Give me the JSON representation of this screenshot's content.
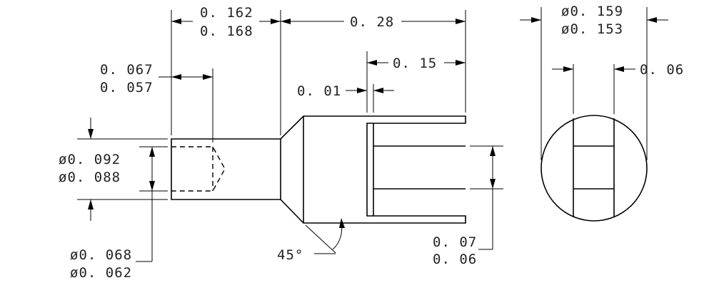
{
  "dims": {
    "neck_len_max": "0. 162",
    "neck_len_min": "0. 168",
    "body_len": "0. 28",
    "slot_depth": "0. 15",
    "wall": "0. 01",
    "bore_depth_max": "0. 067",
    "bore_depth_min": "0. 057",
    "shank_dia_max": "ø0. 092",
    "shank_dia_min": "ø0. 088",
    "bore_dia_max": "ø0. 068",
    "bore_dia_min": "ø0. 062",
    "chamfer_angle": "45°",
    "slot_width_max": "0. 07",
    "slot_width_min": "0. 06",
    "head_dia_max": "ø0. 159",
    "head_dia_min": "ø0. 153",
    "end_slot": "0. 06"
  }
}
